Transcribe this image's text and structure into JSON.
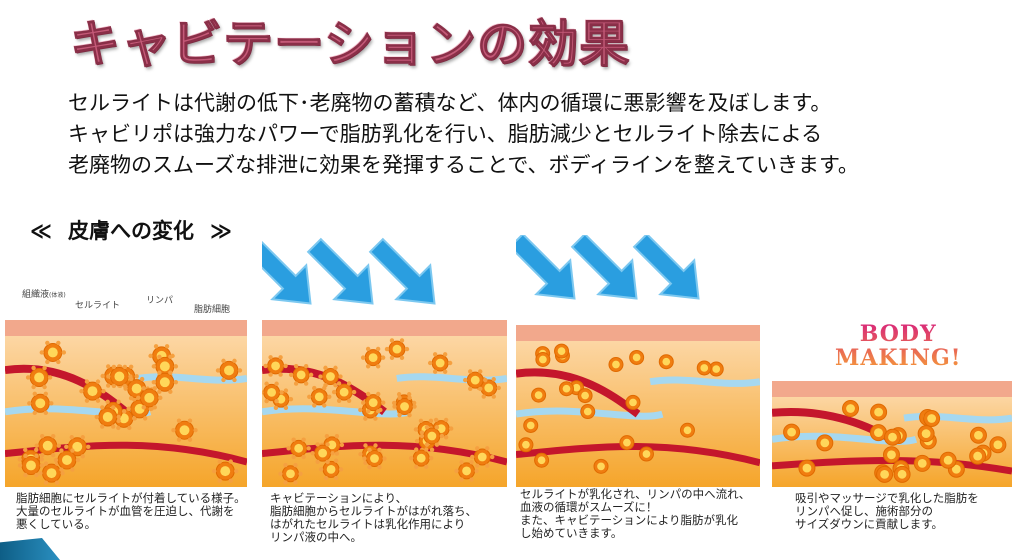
{
  "title": "キャビテーションの効果",
  "intro": [
    "セルライトは代謝の低下･老廃物の蓄積など、体内の循環に悪影響を及ぼします。",
    "キャビリポは強力なパワーで脂肪乳化を行い、脂肪減少とセルライト除去による",
    "老廃物のスムーズな排泄に効果を発揮することで、ボディラインを整えていきます。"
  ],
  "section": {
    "open": "≪",
    "label": "皮膚への変化",
    "close": "≫"
  },
  "labels": {
    "tissue_fluid": "組織液",
    "tissue_fluid_note": "(体液)",
    "cellulite": "セルライト",
    "lymph": "リンパ",
    "fat_cell": "脂肪細胞"
  },
  "body_making": [
    "BODY",
    "MAKING!"
  ],
  "captions": [
    [
      "脂肪細胞にセルライトが付着している様子。",
      "大量のセルライトが血管を圧迫し、代謝を",
      "悪くしている。"
    ],
    [
      "キャビテーションにより、",
      "脂肪細胞からセルライトがはがれ落ち、",
      "はがれたセルライトは乳化作用により",
      "リンパ液の中へ。"
    ],
    [
      "セルライトが乳化され、リンパの中へ流れ、",
      "血液の循環がスムーズに！",
      "また、キャビテーションにより脂肪が乳化",
      "し始めていきます。"
    ],
    [
      "吸引やマッサージで乳化した脂肪を",
      "リンパへ促し、施術部分の",
      "サイズダウンに貢献します。"
    ]
  ],
  "colors": {
    "title": "#c45a78",
    "skin": "#f2a88c",
    "fat": "#fbc27a",
    "vessel": "#c4162c",
    "lymph": "#a6d8f0",
    "cell": "#f07d10",
    "arrow": "#2a9ee0"
  }
}
